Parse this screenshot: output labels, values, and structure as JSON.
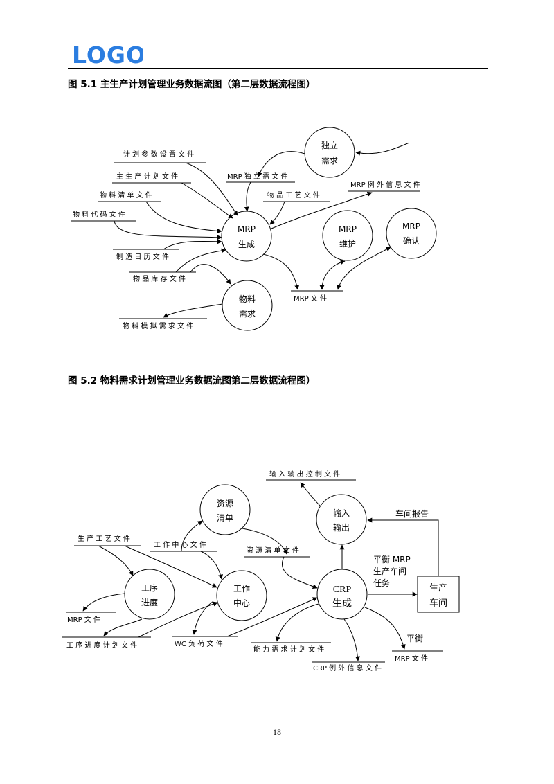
{
  "header": {
    "logo_text": "LOGO",
    "logo_color": "#2b7de0"
  },
  "figure1": {
    "title": "图 5.1 主生产计划管理业务数据流图（第二层数据流程图）",
    "processes": {
      "independent_demand": [
        "独立",
        "需求"
      ],
      "mrp_generate": [
        "MRP",
        "生成"
      ],
      "mrp_maintain": [
        "MRP",
        "维护"
      ],
      "mrp_confirm": [
        "MRP",
        "确认"
      ],
      "material_demand": [
        "物料",
        "需求"
      ]
    },
    "stores": {
      "plan_params": "计 划 参 数 设 置 文 件",
      "mps": "主 生 产 计 划   文 件",
      "bom": "物 料 清 单 文 件",
      "item_code": "物 料 代 码 文 件",
      "mrp_indep": "MRP 独 立 需 文 件",
      "routing": "物 品 工 艺 文 件",
      "mrp_exception": "MRP 例 外 信 息 文 件",
      "calendar": "制 造 日 历   文 件",
      "inventory": "物 品 库 存 文 件",
      "mrp_file": "MRP    文 件",
      "sim_demand": "物 料 模 拟 需 求 文 件"
    }
  },
  "figure2": {
    "title": "图 5.2  物料需求计划管理业务数据流图第二层数据流程图）",
    "processes": {
      "resource_list": [
        "资源",
        "清单"
      ],
      "io": [
        "输入",
        "输出"
      ],
      "op_progress": [
        "工序",
        "进度"
      ],
      "work_center": [
        "工作",
        "中心"
      ],
      "crp": [
        "CRP",
        "生成"
      ]
    },
    "entity": [
      "生产",
      "车间"
    ],
    "stores": {
      "io_control": "输 入 输 出 控 制   文 件",
      "routing": "生 产 工 艺 文 件",
      "work_center_file": "工 作 中 心 文 件",
      "resource_list_file": "资 源 清 单 文 件",
      "mrp_file_left": "MRP    文 件",
      "op_schedule": "工 序 进 度 计 划 文 件",
      "wc_load": "WC 负 荷 文 件",
      "capacity": "能 力 需 求 计 划 文 件",
      "crp_exception": "CRP 例 外 信 息 文 件",
      "mrp_file_right": "MRP    文 件"
    },
    "flow_labels": {
      "shop_report": "车间报告",
      "balance_task": [
        "平衡 MRP",
        "生产车间",
        "任务"
      ],
      "balance": "平衡"
    }
  },
  "page_number": "18"
}
